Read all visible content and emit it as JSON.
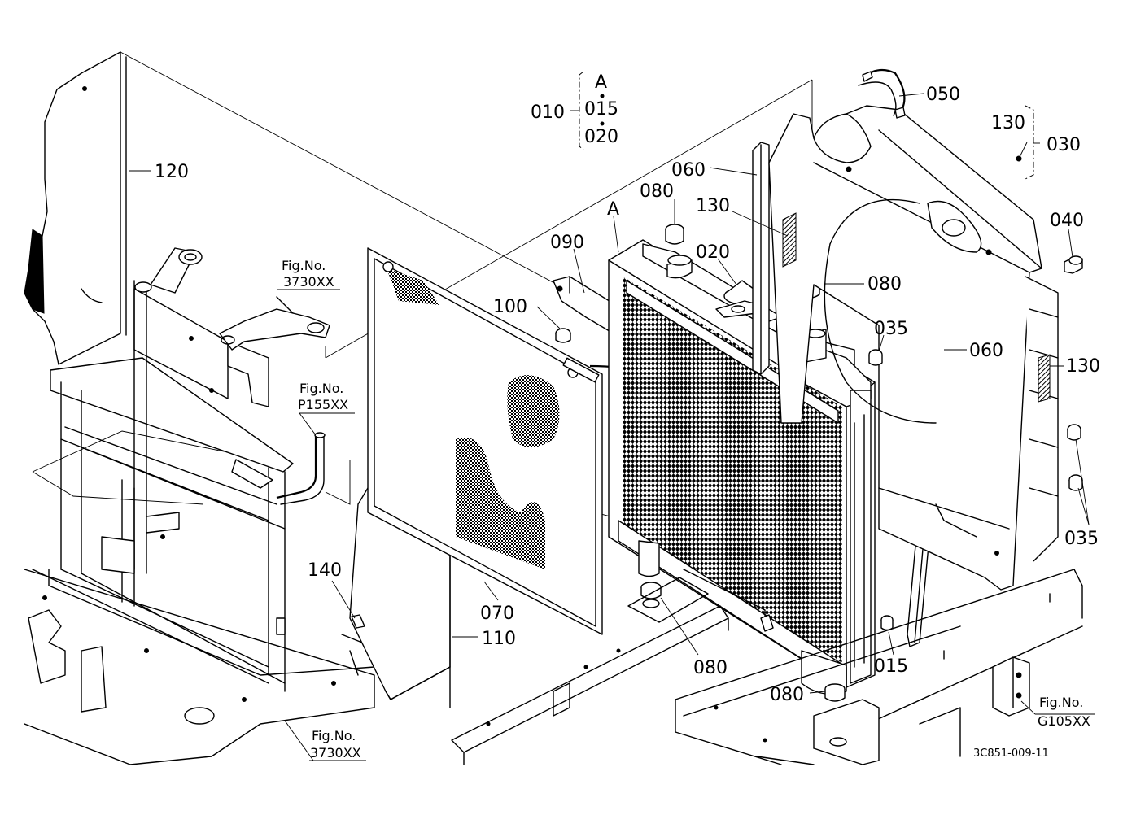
{
  "labels": {
    "p010": "010",
    "group_a_letter": "A",
    "p015_top": "015",
    "p020_top": "020",
    "p050": "050",
    "p130_top": "130",
    "p030": "030",
    "p120": "120",
    "p060_top": "060",
    "p080_top": "080",
    "p130_mid": "130",
    "p040": "040",
    "callout_a": "A",
    "p090": "090",
    "p020_cap": "020",
    "p080_mid": "080",
    "p100": "100",
    "p035_top": "035",
    "p060_right": "060",
    "p130_right": "130",
    "p035_right": "035",
    "p140": "140",
    "p070": "070",
    "p110": "110",
    "p080_low": "080",
    "p015_low": "015",
    "p080_bottom": "080"
  },
  "figrefs": {
    "ref1": {
      "line1": "Fig.No.",
      "line2": "3730XX"
    },
    "ref2": {
      "line1": "Fig.No.",
      "line2": "P155XX"
    },
    "ref3": {
      "line1": "Fig.No.",
      "line2": "3730XX"
    },
    "ref4": {
      "line1": "Fig.No.",
      "line2": "G105XX"
    }
  },
  "drawing_id": "3C851-009-11"
}
